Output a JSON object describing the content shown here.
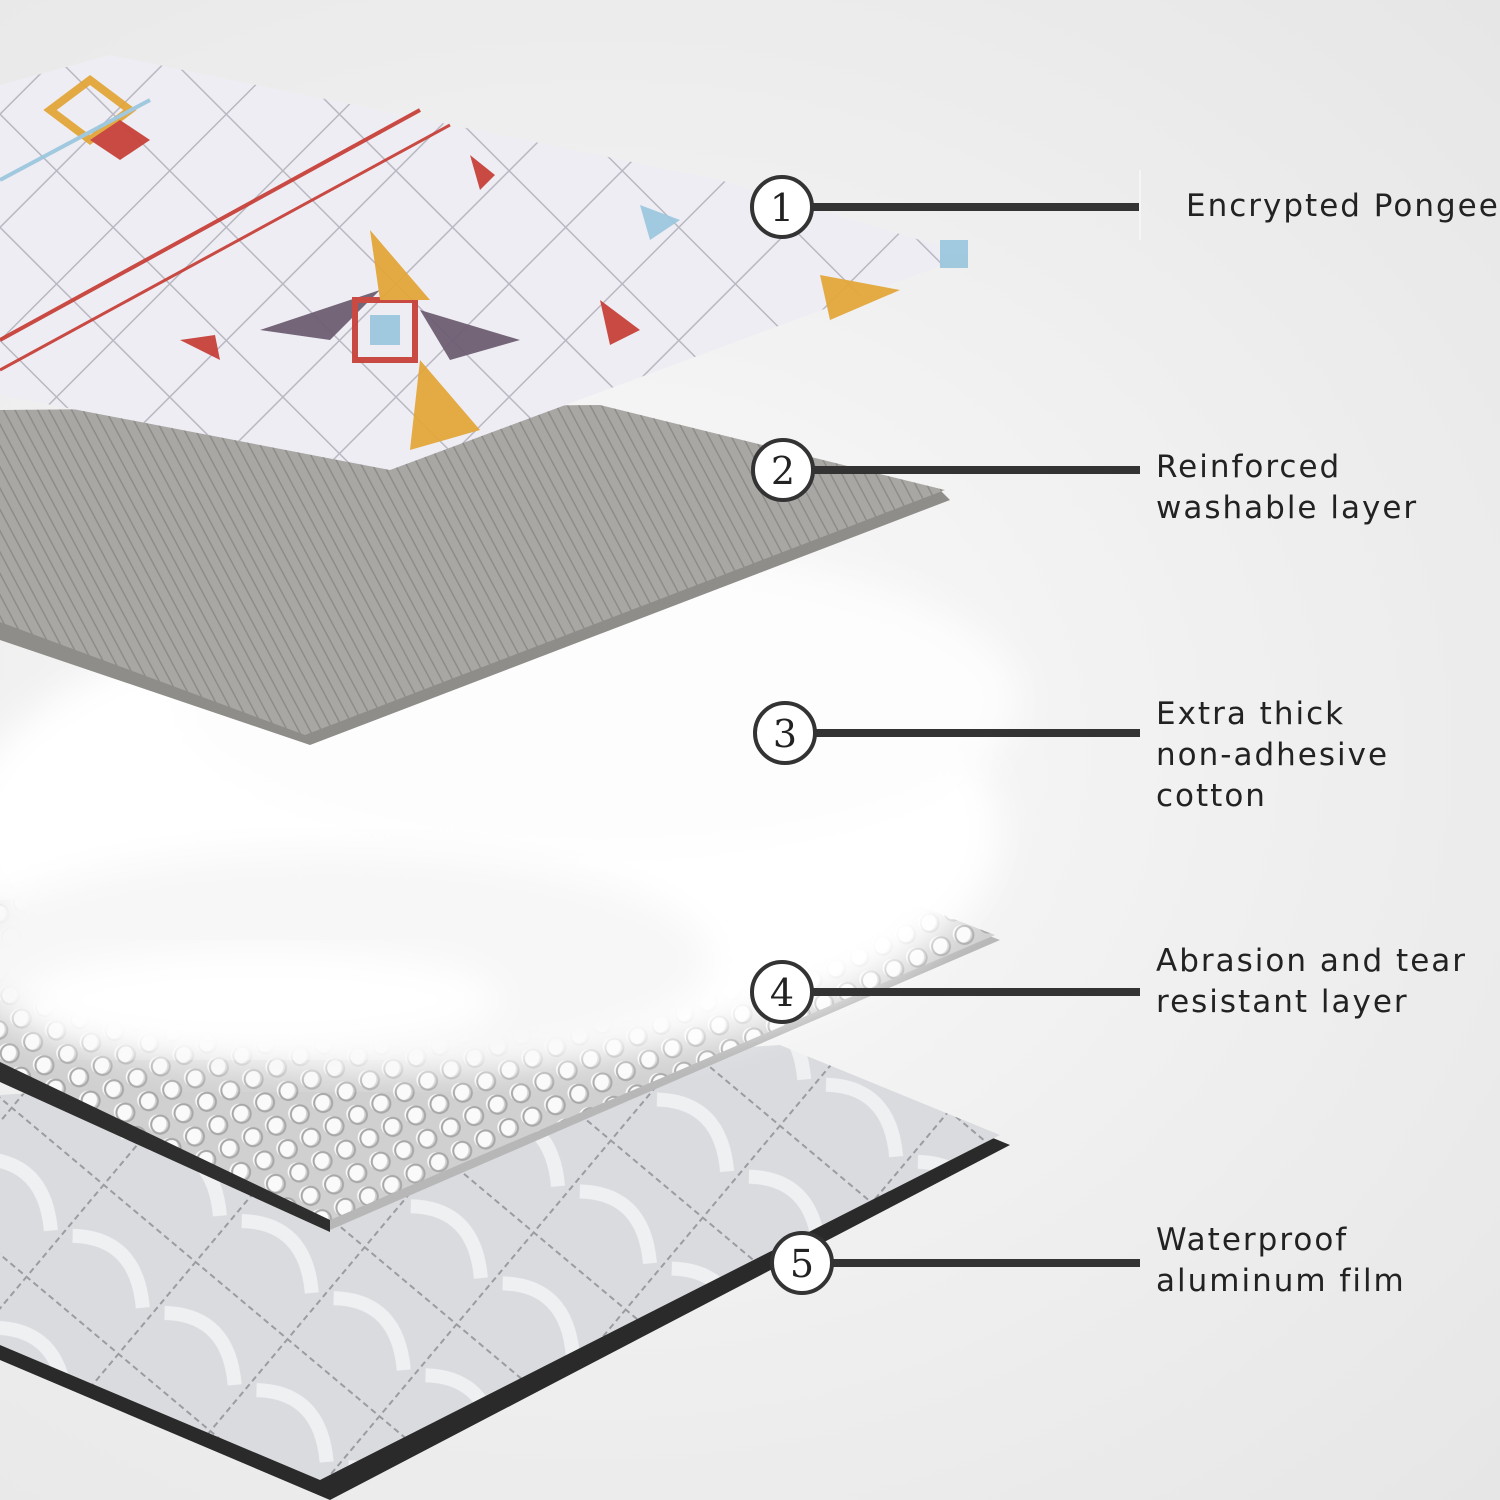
{
  "layers": [
    {
      "number": "1",
      "label": "Encrypted Pongee"
    },
    {
      "number": "2",
      "label": "Reinforced\nwashable layer"
    },
    {
      "number": "3",
      "label": "Extra thick\nnon-adhesive cotton"
    },
    {
      "number": "4",
      "label": "Abrasion and tear\nresistant layer"
    },
    {
      "number": "5",
      "label": "Waterproof\naluminum film"
    }
  ],
  "colors": {
    "background": "#f0f0f0",
    "pongee": "#eceaf2",
    "pongee_accent_orange": "#e3a63a",
    "pongee_accent_red": "#c8413a",
    "pongee_accent_purple": "#6e5e73",
    "pongee_accent_blue": "#9cc7de",
    "washable_layer": "#a8a6a3",
    "cotton": "#ffffff",
    "abrasion_layer": "#dedede",
    "aluminum_film": "#d4d6da",
    "leader_line": "#333333"
  }
}
